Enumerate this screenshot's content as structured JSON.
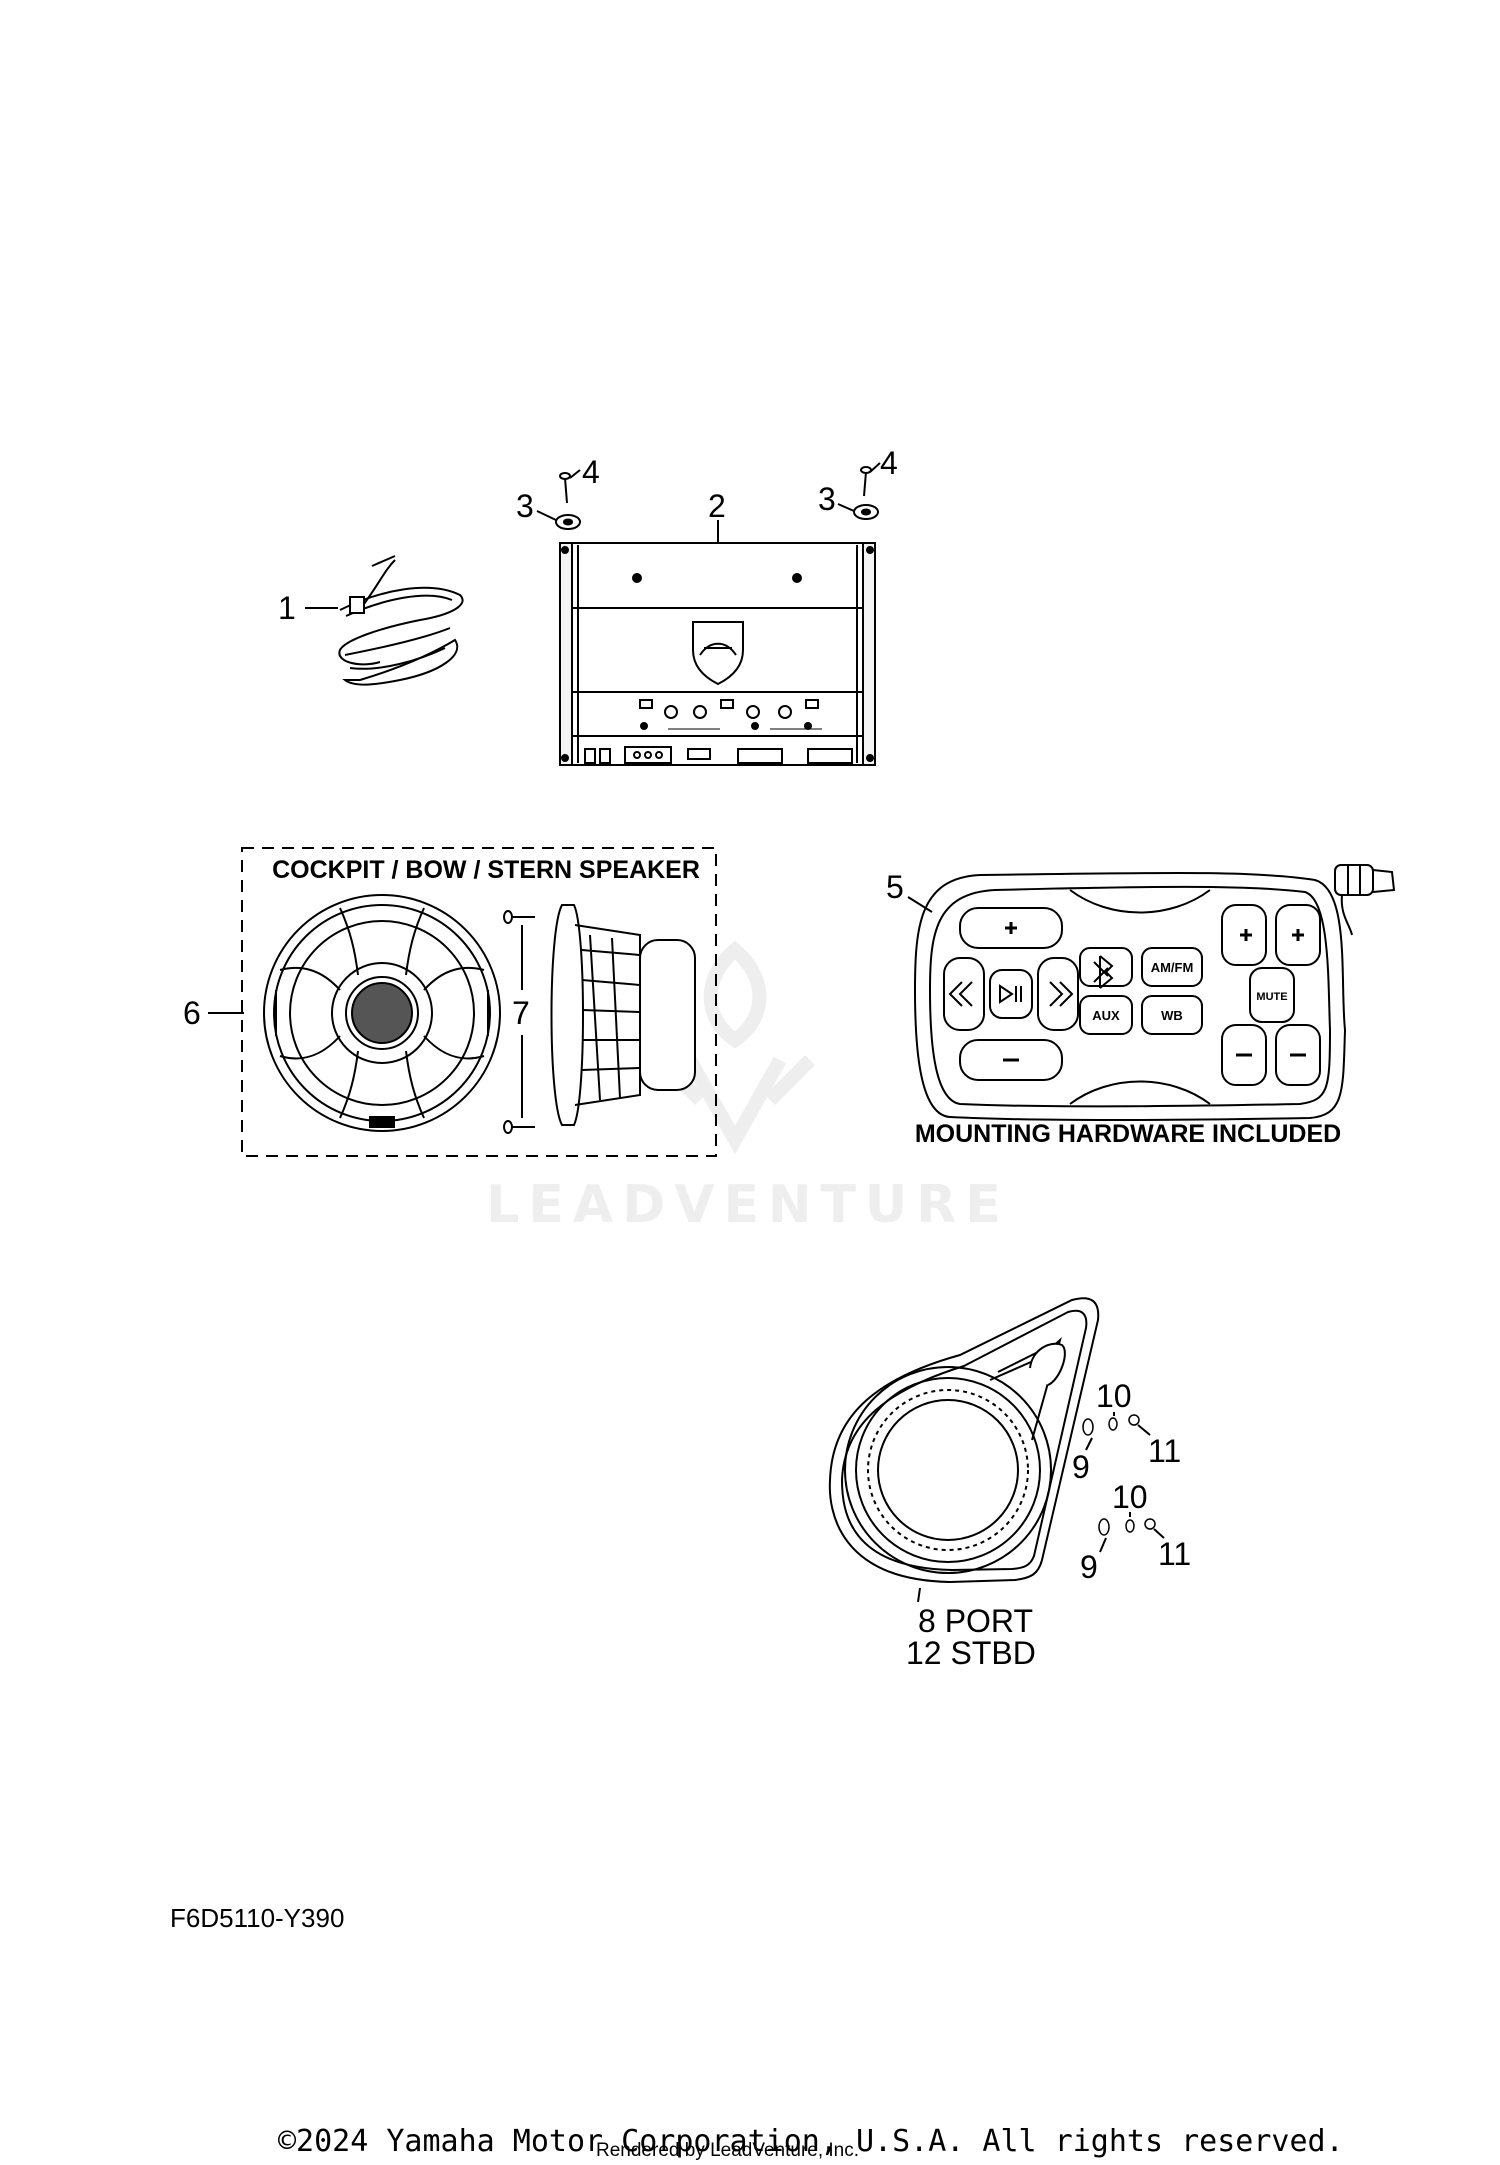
{
  "callouts": {
    "c1": "1",
    "c2": "2",
    "c3a": "3",
    "c3b": "3",
    "c4a": "4",
    "c4b": "4",
    "c5": "5",
    "c6": "6",
    "c7": "7",
    "c9a": "9",
    "c9b": "9",
    "c10a": "10",
    "c10b": "10",
    "c11a": "11",
    "c11b": "11",
    "c8": "8 PORT",
    "c12": "12 STBD"
  },
  "captions": {
    "speaker_group": "COCKPIT / BOW / STERN SPEAKER",
    "remote_note": "MOUNTING HARDWARE INCLUDED"
  },
  "remote_buttons": {
    "aux": "AUX",
    "wb": "WB",
    "am_fm": "AM/FM",
    "mute": "MUTE"
  },
  "diagram_code": "F6D5110-Y390",
  "watermark": "LEADVENTURE",
  "footer": {
    "copyright": "©2024 Yamaha Motor Corporation, U.S.A. All rights reserved.",
    "rendered_by": "Rendered by LeadVenture, Inc."
  }
}
